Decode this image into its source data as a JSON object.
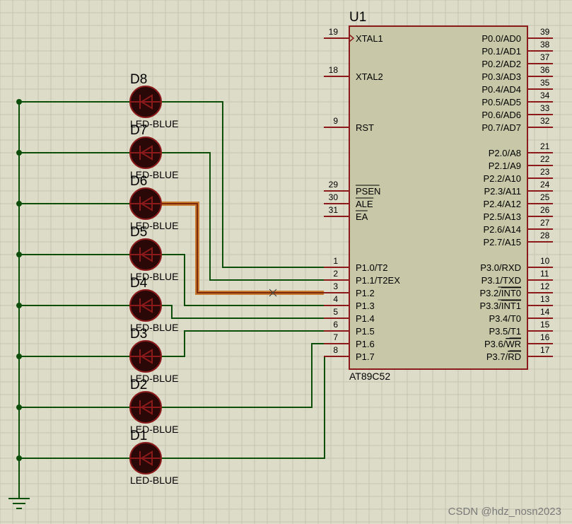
{
  "chip": {
    "ref": "U1",
    "part": "AT89C52",
    "left_pins": [
      {
        "num": "19",
        "label": "XTAL1",
        "overbar": false,
        "clock": true
      },
      {
        "num": "18",
        "label": "XTAL2",
        "overbar": false
      },
      {
        "num": "9",
        "label": "RST",
        "overbar": false
      },
      {
        "num": "29",
        "label": "PSEN",
        "overbar": true
      },
      {
        "num": "30",
        "label": "ALE",
        "overbar": true
      },
      {
        "num": "31",
        "label": "EA",
        "overbar": true
      },
      {
        "num": "1",
        "label": "P1.0/T2",
        "overbar": false
      },
      {
        "num": "2",
        "label": "P1.1/T2EX",
        "overbar": false
      },
      {
        "num": "3",
        "label": "P1.2",
        "overbar": false
      },
      {
        "num": "4",
        "label": "P1.3",
        "overbar": false
      },
      {
        "num": "5",
        "label": "P1.4",
        "overbar": false
      },
      {
        "num": "6",
        "label": "P1.5",
        "overbar": false
      },
      {
        "num": "7",
        "label": "P1.6",
        "overbar": false
      },
      {
        "num": "8",
        "label": "P1.7",
        "overbar": false
      }
    ],
    "right_pins": [
      {
        "num": "39",
        "label": "P0.0/AD0"
      },
      {
        "num": "38",
        "label": "P0.1/AD1"
      },
      {
        "num": "37",
        "label": "P0.2/AD2"
      },
      {
        "num": "36",
        "label": "P0.3/AD3"
      },
      {
        "num": "35",
        "label": "P0.4/AD4"
      },
      {
        "num": "34",
        "label": "P0.5/AD5"
      },
      {
        "num": "33",
        "label": "P0.6/AD6"
      },
      {
        "num": "32",
        "label": "P0.7/AD7"
      },
      {
        "num": "21",
        "label": "P2.0/A8"
      },
      {
        "num": "22",
        "label": "P2.1/A9"
      },
      {
        "num": "23",
        "label": "P2.2/A10"
      },
      {
        "num": "24",
        "label": "P2.3/A11"
      },
      {
        "num": "25",
        "label": "P2.4/A12"
      },
      {
        "num": "26",
        "label": "P2.5/A13"
      },
      {
        "num": "27",
        "label": "P2.6/A14"
      },
      {
        "num": "28",
        "label": "P2.7/A15"
      },
      {
        "num": "10",
        "label": "P3.0/RXD"
      },
      {
        "num": "11",
        "label": "P3.1/TXD"
      },
      {
        "num": "12",
        "label": "P3.2/",
        "over": "INT0"
      },
      {
        "num": "13",
        "label": "P3.3/",
        "over": "INT1"
      },
      {
        "num": "14",
        "label": "P3.4/T0"
      },
      {
        "num": "15",
        "label": "P3.5/T1"
      },
      {
        "num": "16",
        "label": "P3.6/",
        "over": "WR"
      },
      {
        "num": "17",
        "label": "P3.7/",
        "over": "RD"
      }
    ]
  },
  "leds": [
    {
      "ref": "D8",
      "value": "LED-BLUE"
    },
    {
      "ref": "D7",
      "value": "LED-BLUE"
    },
    {
      "ref": "D6",
      "value": "LED-BLUE"
    },
    {
      "ref": "D5",
      "value": "LED-BLUE"
    },
    {
      "ref": "D4",
      "value": "LED-BLUE"
    },
    {
      "ref": "D3",
      "value": "LED-BLUE"
    },
    {
      "ref": "D2",
      "value": "LED-BLUE"
    },
    {
      "ref": "D1",
      "value": "LED-BLUE"
    }
  ],
  "watermark": "CSDN @hdz_nosn2023",
  "colors": {
    "background": "#dcdcc8",
    "grid": "#c5c5b0",
    "wire": "#0b4f0b",
    "chip_fill": "#c8c8a8",
    "chip_border": "#8b1a1a",
    "pin": "#8b1a1a",
    "led_body": "#2a0808",
    "led_outline": "#8b1a1a",
    "highlight": "#c87a30"
  }
}
